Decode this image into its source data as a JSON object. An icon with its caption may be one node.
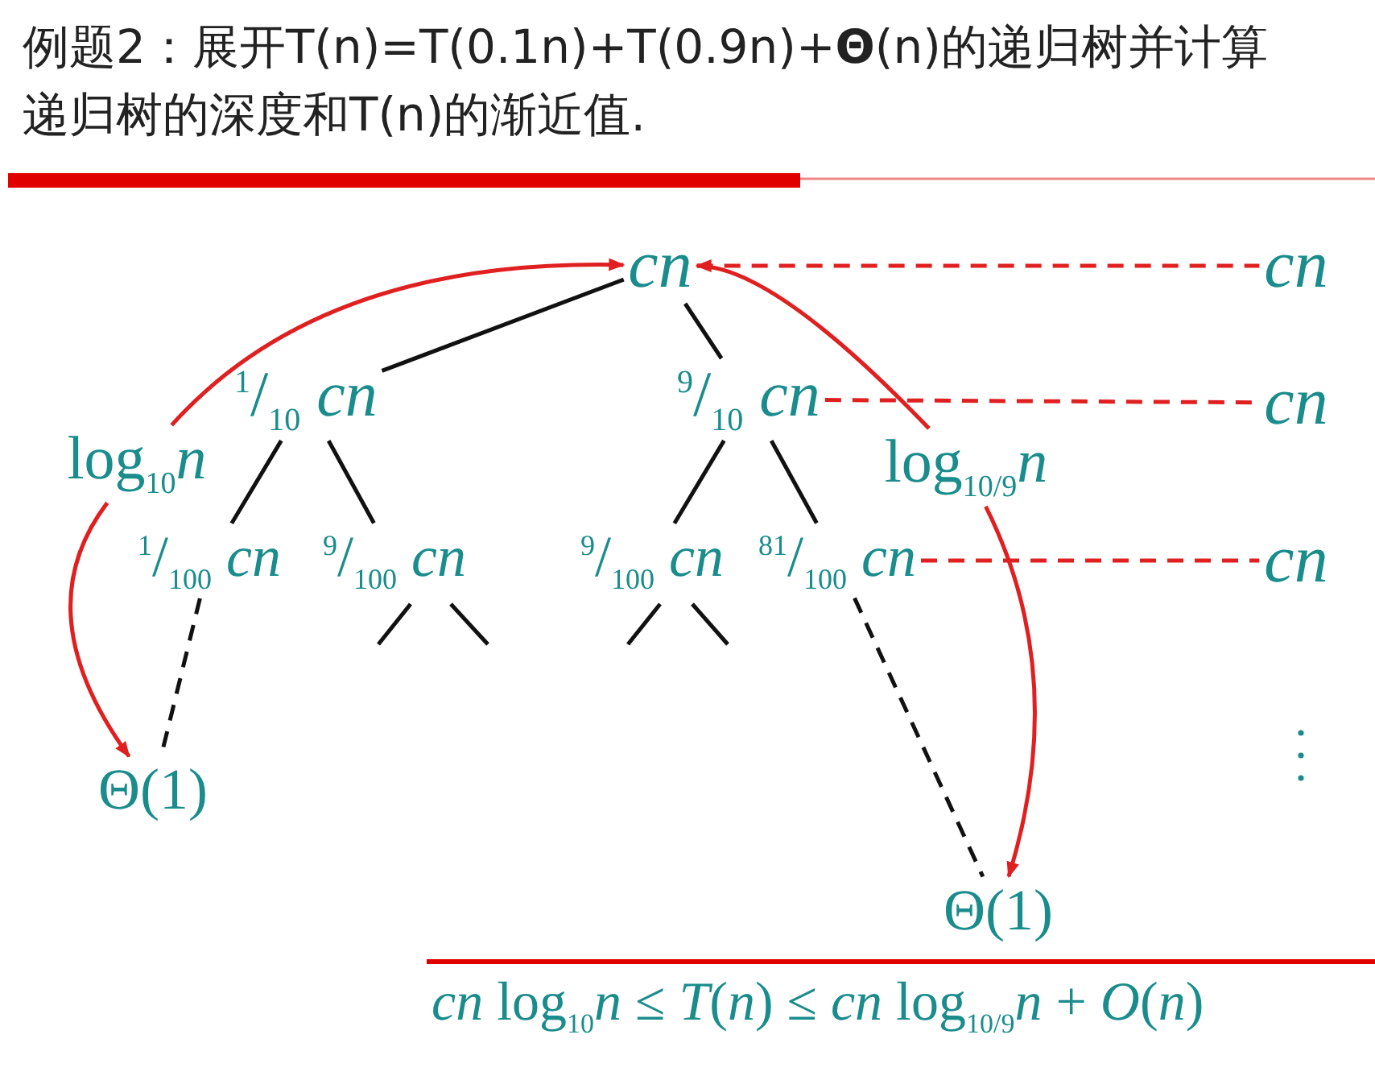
{
  "diagram": {
    "title": "例题2：展开T(n)=T(0.1n)+T(0.9n)+**Θ**(n)的递归树并计算递归树的深度和T(n)的渐近值.",
    "nodes": [
      {
        "text": [
          "cn"
        ]
      },
      {
        "text": [
          "$^{1}$/$_{10}$ *cn*"
        ]
      },
      {
        "text": [
          "$^{9}$/$_{10}$ *cn*"
        ]
      },
      {
        "text": [
          "$^{1}$/$_{100}$ *cn*"
        ]
      },
      {
        "text": [
          "$^{9}$/$_{100}$ *cn*"
        ]
      },
      {
        "text": [
          "$^{9}$/$_{100}$ *cn*"
        ]
      },
      {
        "text": [
          "$^{81}$/$_{100}$ *cn*"
        ]
      },
      {
        "text": [
          "Θ(1)"
        ]
      },
      {
        "text": [
          "Θ(1)"
        ]
      },
      {
        "text": [
          "cn"
        ]
      },
      {
        "text": [
          "cn"
        ]
      },
      {
        "text": [
          "cn"
        ]
      },
      {
        "text": [
          "log$_{10}$*n*"
        ]
      },
      {
        "text": [
          "log$_{10/9}$*n*"
        ]
      }
    ],
    "edges": [
      {
        "from": 0,
        "to": 1,
        "arrow": "none"
      },
      {
        "from": 0,
        "to": 2,
        "arrow": "none"
      },
      {
        "from": 1,
        "to": 3,
        "arrow": "none"
      },
      {
        "from": 1,
        "to": 4,
        "arrow": "none"
      },
      {
        "from": 2,
        "to": 5,
        "arrow": "none"
      },
      {
        "from": 2,
        "to": 6,
        "arrow": "none"
      },
      {
        "from": 3,
        "to": 7,
        "arrow": "none",
        "style": "dashed"
      },
      {
        "from": 6,
        "to": 8,
        "arrow": "none",
        "style": "dashed"
      },
      {
        "from": 0,
        "to": 9,
        "arrow": "none",
        "style": "dashed",
        "color": "#e02020"
      },
      {
        "from": 2,
        "to": 10,
        "arrow": "none",
        "style": "dashed",
        "color": "#e02020"
      },
      {
        "from": 6,
        "to": 11,
        "arrow": "none",
        "style": "dashed",
        "color": "#e02020"
      },
      {
        "from": 12,
        "to": 0,
        "arrow": "to",
        "color": "#e02020"
      },
      {
        "from": 12,
        "to": 7,
        "arrow": "to",
        "color": "#e02020"
      },
      {
        "from": 13,
        "to": 0,
        "arrow": "to",
        "color": "#e02020"
      },
      {
        "from": 13,
        "to": 8,
        "arrow": "to",
        "color": "#e02020"
      }
    ],
    "labels": [
      "*cn* log$_{10}$*n* ≤ *T*(*n*) ≤ *cn* log$_{10/9}$*n* + *O*(*n*)"
    ]
  }
}
